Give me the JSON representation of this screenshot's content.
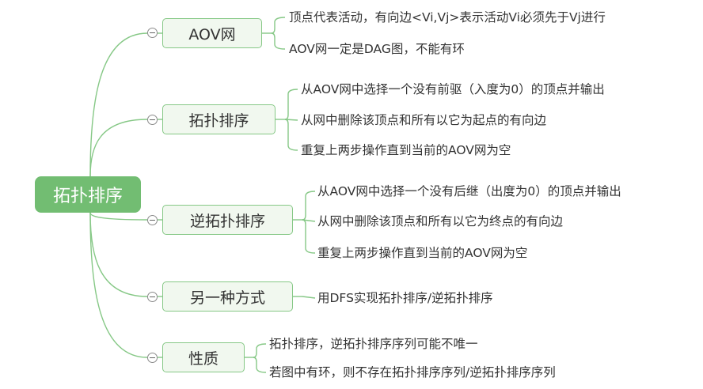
{
  "root": {
    "label": "拓扑排序"
  },
  "branches": [
    {
      "label": "AOV网",
      "items": [
        "顶点代表活动，有向边<Vi,Vj>表示活动Vi必须先于Vj进行",
        "AOV网一定是DAG图，不能有环"
      ]
    },
    {
      "label": "拓扑排序",
      "items": [
        "从AOV网中选择一个没有前驱（入度为0）的顶点并输出",
        "从网中删除该顶点和所有以它为起点的有向边",
        "重复上两步操作直到当前的AOV网为空"
      ]
    },
    {
      "label": "逆拓扑排序",
      "items": [
        "从AOV网中选择一个没有后继（出度为0）的顶点并输出",
        "从网中删除该顶点和所有以它为终点的有向边",
        "重复上两步操作直到当前的AOV网为空"
      ]
    },
    {
      "label": "另一种方式",
      "items": [
        "用DFS实现拓扑排序/逆拓扑排序"
      ]
    },
    {
      "label": "性质",
      "items": [
        "拓扑排序，逆拓扑排序序列可能不唯一",
        "若图中有环，则不存在拓扑排序序列/逆拓扑排序序列"
      ]
    }
  ],
  "colors": {
    "root_fill": "#72bd72",
    "branch_fill": "#f1f8ef",
    "connector": "#86c886"
  }
}
